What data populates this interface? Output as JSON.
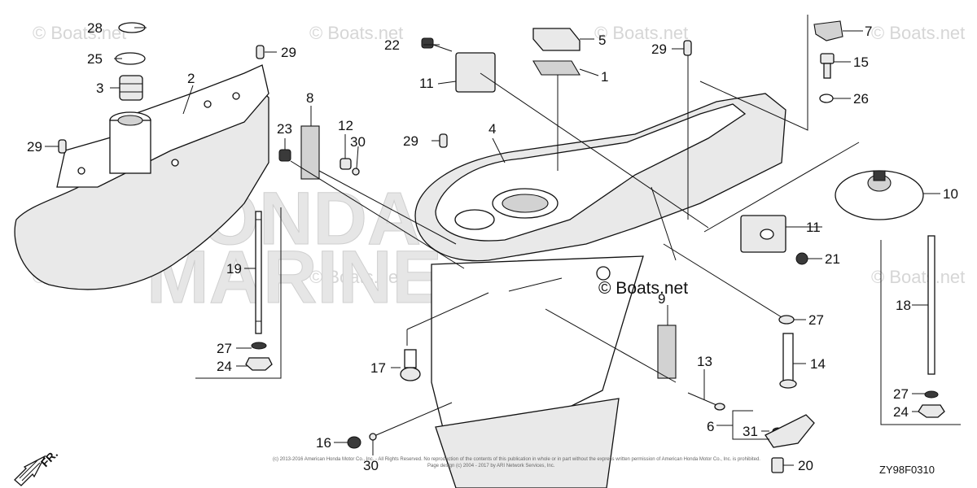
{
  "watermark": {
    "repeat_text": "© Boats.net",
    "center_text": "© Boats.net",
    "brand_line1": "HONDA",
    "brand_line2": "MARINE"
  },
  "callouts": [
    "1",
    "2",
    "3",
    "4",
    "5",
    "6",
    "7",
    "8",
    "9",
    "10",
    "11",
    "11",
    "12",
    "13",
    "14",
    "15",
    "16",
    "17",
    "18",
    "19",
    "20",
    "21",
    "22",
    "23",
    "24",
    "24",
    "25",
    "26",
    "27",
    "27",
    "27",
    "28",
    "29",
    "29",
    "29",
    "29",
    "30",
    "30",
    "31"
  ],
  "direction_label": "FR.",
  "copyright_line1": "(c) 2013-2016 American Honda Motor Co., Inc. - All Rights Reserved. No reproduction of the contents of this publication in whole or in part without the express written permission of American Honda Motor Co., Inc. is prohibited.",
  "copyright_line2": "Page design (c) 2004 - 2017 by ARI Network Services, Inc.",
  "diagram_code": "ZY98F0310"
}
